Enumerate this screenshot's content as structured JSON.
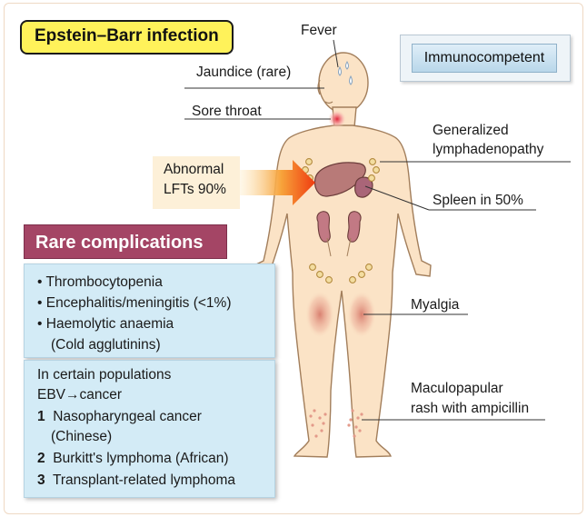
{
  "title": "Epstein–Barr infection",
  "status_badge": "Immunocompetent",
  "symptoms": {
    "fever": "Fever",
    "jaundice": "Jaundice (rare)",
    "sore_throat": "Sore throat",
    "lymphadenopathy_line1": "Generalized",
    "lymphadenopathy_line2": "lymphadenopathy",
    "spleen": "Spleen in 50%",
    "myalgia": "Myalgia",
    "rash_line1": "Maculopapular",
    "rash_line2": "rash with ampicillin"
  },
  "lft": {
    "line1": "Abnormal",
    "line2": "LFTs 90%"
  },
  "rare_complications": {
    "heading": "Rare complications",
    "bullet": "•",
    "items": [
      "Thrombocytopenia",
      "Encephalitis/meningitis (<1%)",
      "Haemolytic anaemia"
    ],
    "item3_note": "(Cold agglutinins)"
  },
  "populations": {
    "intro_line1": "In certain populations",
    "intro_line2": "EBV→cancer",
    "cancers": [
      {
        "num": "1",
        "text": "Nasopharyngeal cancer",
        "note": "(Chinese)"
      },
      {
        "num": "2",
        "text": "Burkitt's lymphoma (African)"
      },
      {
        "num": "3",
        "text": "Transplant-related lymphoma"
      }
    ]
  },
  "colors": {
    "title_bg": "#fff25a",
    "rare_heading_bg": "#a44565",
    "panel_bg": "#d3ebf6",
    "skin": "#fbe3c6",
    "arrow": "#ef3b10",
    "node": "#e8c57a"
  }
}
